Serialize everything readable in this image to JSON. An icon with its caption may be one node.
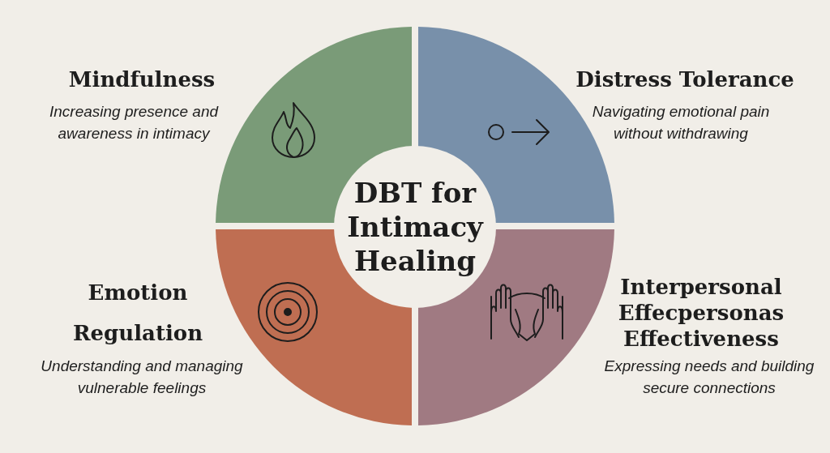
{
  "diagram": {
    "nodes": [
      {
        "text": [
          "DBT for Intimacy Healing"
        ]
      }
    ],
    "edges": [],
    "labels": [
      "Mindfulness",
      "Increasing presence and awareness in intimacy",
      "Distress Tolerance",
      "Navigating emotional pain without withdrawing",
      "Emotion Regulation",
      "Understanding and managing vulnerable feelings",
      "Interpersonal Effecpersonas Effectiveness",
      "Expressing needs and building secure connections"
    ]
  }
}
